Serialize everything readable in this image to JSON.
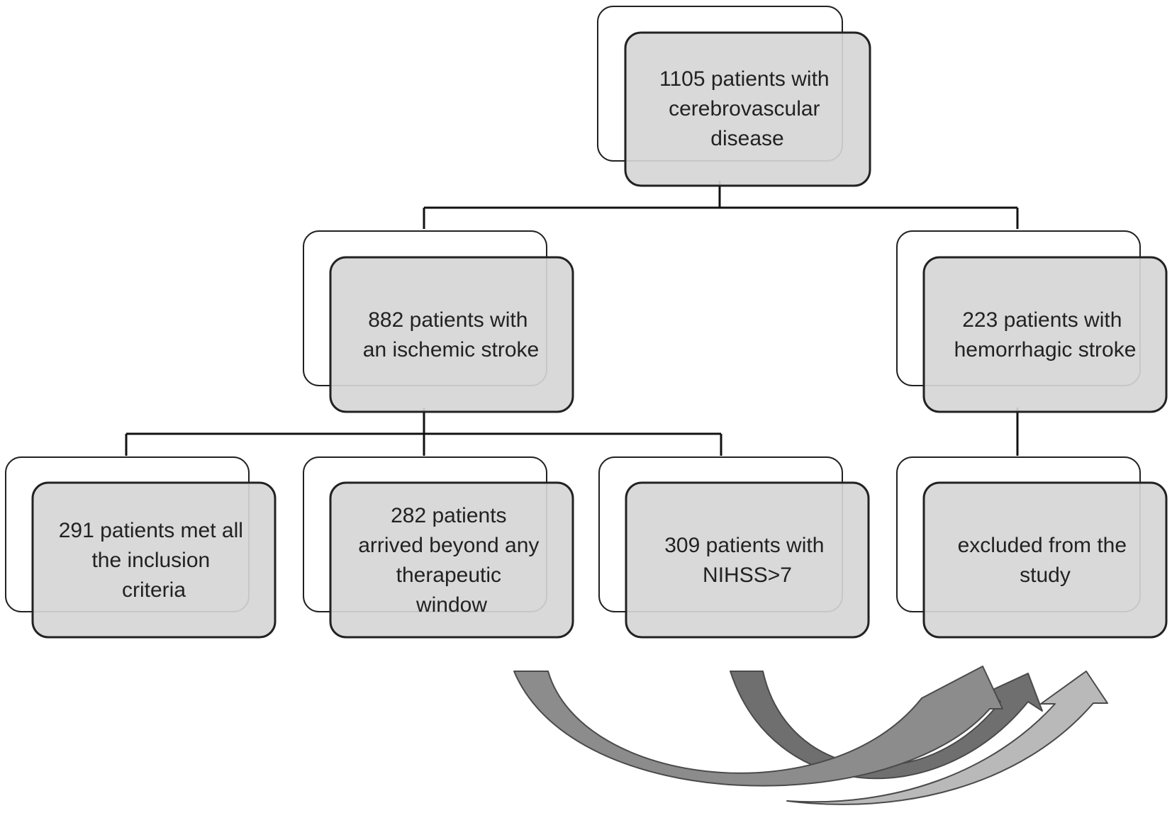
{
  "colors": {
    "box_fill": "#d6d6d6",
    "box_stroke": "#222222",
    "back_box_fill": "#ffffff",
    "connector": "#111111",
    "arrow_left_fill": "#8c8c8c",
    "arrow_middle_fill": "#6f6f6f",
    "arrow_right_fill": "#b9b9b9",
    "arrow_stroke": "#4a4a4a",
    "text": "#222222"
  },
  "nodes": {
    "total": {
      "lines": [
        "1105 patients with",
        "cerebrovascular",
        "disease"
      ]
    },
    "ischemic": {
      "lines": [
        "882 patients with",
        "an ischemic stroke"
      ]
    },
    "hemorrhagic": {
      "lines": [
        "223 patients with",
        "hemorrhagic stroke"
      ]
    },
    "inclusion": {
      "lines": [
        "291 patients met all",
        "the inclusion",
        "criteria"
      ]
    },
    "beyond_window": {
      "lines": [
        "282 patients",
        "arrived beyond any",
        "therapeutic",
        "window"
      ]
    },
    "nihss": {
      "lines": [
        "309 patients with",
        "NIHSS>7"
      ]
    },
    "excluded": {
      "lines": [
        "excluded from the",
        "study"
      ]
    }
  }
}
